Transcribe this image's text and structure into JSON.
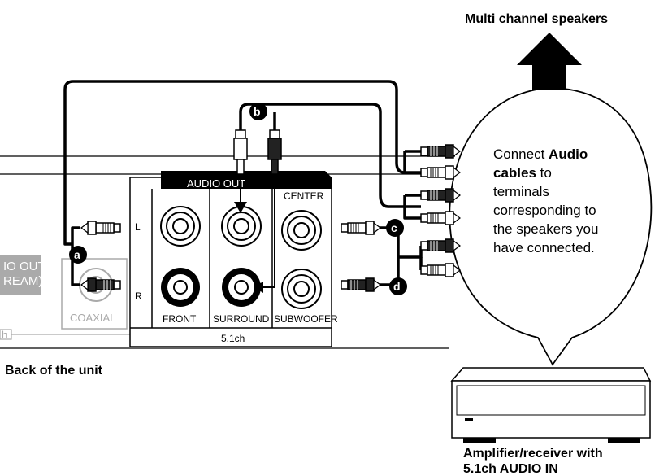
{
  "labels": {
    "multi_channel": "Multi channel speakers",
    "back_of_unit": "Back of the unit",
    "amplifier_line1": "Amplifier/receiver with",
    "amplifier_line2": "5.1ch AUDIO IN"
  },
  "panel": {
    "title": "AUDIO OUT",
    "left_channel": "L",
    "right_channel": "R",
    "front": "FRONT",
    "surround": "SURROUND",
    "center": "CENTER",
    "subwoofer": "SUBWOOFER",
    "group": "5.1ch"
  },
  "coaxial": {
    "label": "COAXIAL",
    "partial_line1": "IO OUT",
    "partial_line2": "REAM)",
    "partial_side": "h"
  },
  "badges": {
    "a": "a",
    "b": "b",
    "c": "c",
    "d": "d"
  },
  "bubble": {
    "line1_pre": "Connect ",
    "line1_bold": "Audio",
    "line2_bold": "cables",
    "line2_post": " to",
    "line3": "terminals",
    "line4": "corresponding to",
    "line5": "the speakers you",
    "line6": "have connected."
  },
  "icons": [
    "arrow-up-icon",
    "rca-plug-icon",
    "rca-jack-icon",
    "amplifier-icon"
  ]
}
